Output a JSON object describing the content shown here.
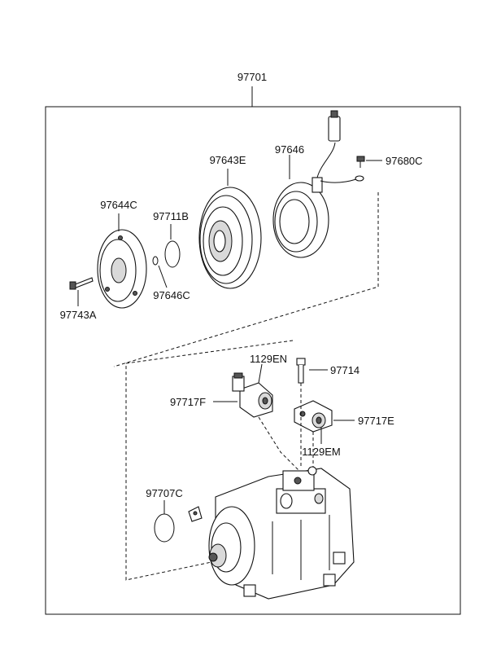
{
  "diagram": {
    "labels": {
      "assembly": "97701",
      "coil": "97646",
      "pulley": "97643E",
      "screw_small": "97680C",
      "hub": "97644C",
      "snap_ring": "97711B",
      "shim": "97646C",
      "bolt": "97743A",
      "valve_bolt": "1129EN",
      "bolt_long": "97714",
      "fitting_left": "97717F",
      "fitting_right": "97717E",
      "oring_small": "1129EM",
      "oring_large": "97707C"
    }
  }
}
